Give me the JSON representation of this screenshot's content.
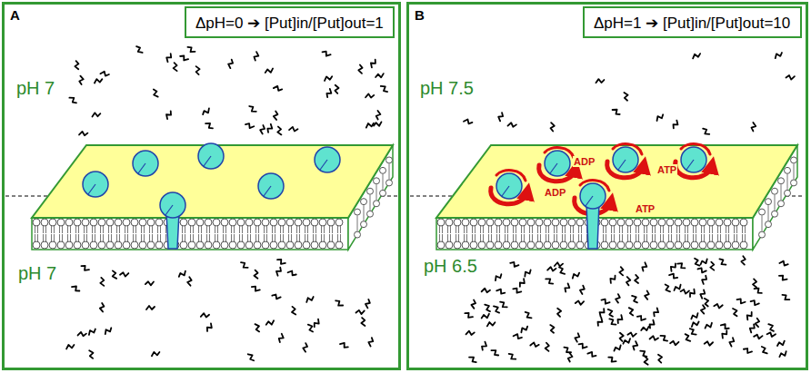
{
  "diagram": {
    "nodes": [
      {
        "text": [
          "A"
        ]
      },
      {
        "text": [
          "ΔpH=0 ➔ [Put]in/[Put]out=1"
        ],
        "in": 0
      },
      {
        "text": [
          "B"
        ]
      },
      {
        "text": [
          "ΔpH=1 ➔ [Put]in/[Put]out=10"
        ],
        "in": 2
      }
    ],
    "labels": [
      "pH 7",
      "pH 7",
      "pH 7.5",
      "pH 6.5",
      "ADP",
      "ATP",
      "ADP",
      "ATP"
    ]
  }
}
